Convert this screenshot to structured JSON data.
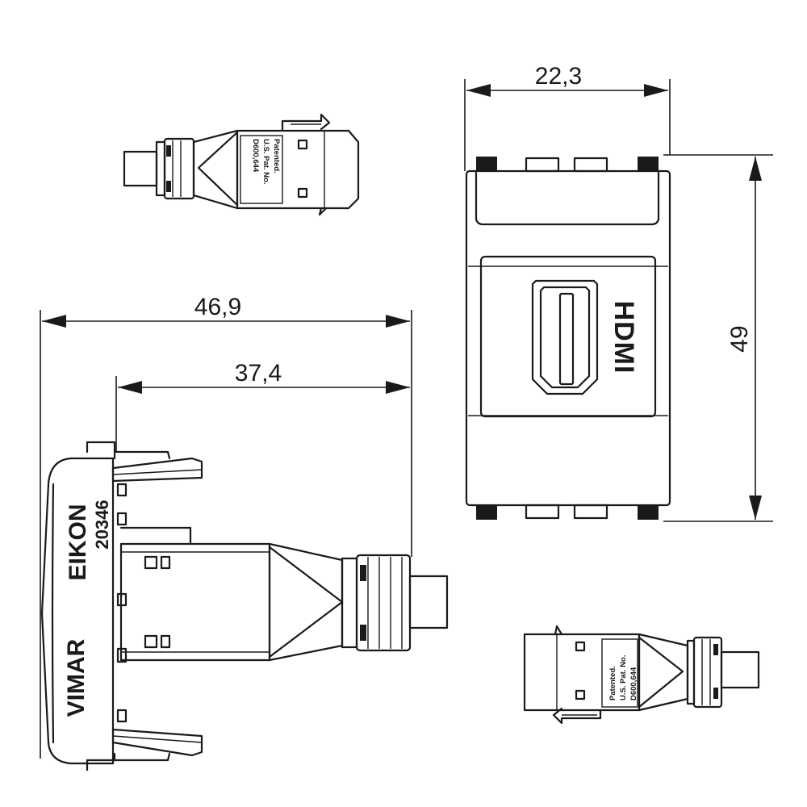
{
  "dimensions": {
    "width": "22,3",
    "height": "49",
    "depth_total": "46,9",
    "depth_body": "37,4"
  },
  "labels": {
    "brand_series": "EIKON",
    "article_code": "20346",
    "manufacturer": "VIMAR",
    "connector": "HDMI",
    "patent_line1": "Patented.",
    "patent_line2": "U.S. Pat. No.",
    "patent_line3": "D600,644"
  }
}
